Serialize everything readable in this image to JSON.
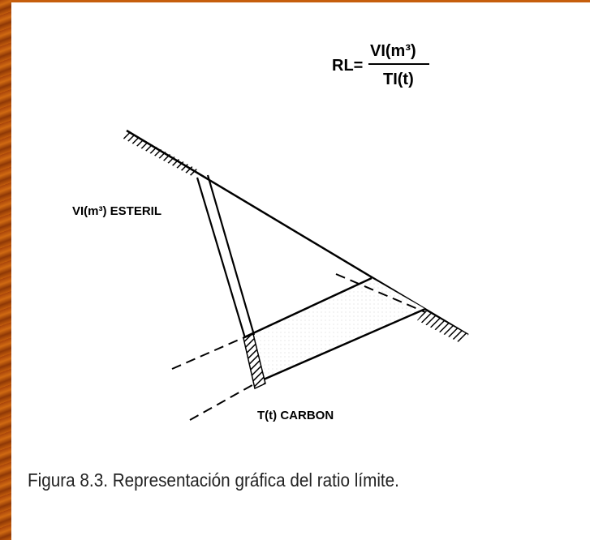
{
  "formula": {
    "lhs": "RL=",
    "numerator": "VI(m³)",
    "denominator": "TI(t)"
  },
  "labels": {
    "waste": "VI(m³) ESTERIL",
    "coal": "T(t) CARBON"
  },
  "caption": "Figura 8.3. Representación gráfica del ratio límite."
}
